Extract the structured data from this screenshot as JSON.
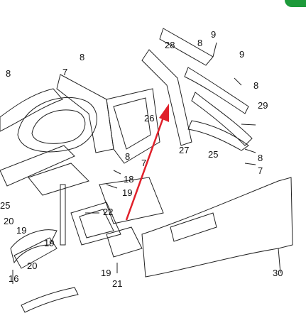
{
  "callouts": [
    {
      "id": "c9a",
      "text": "9"
    },
    {
      "id": "c28",
      "text": "28"
    },
    {
      "id": "c8a",
      "text": "8"
    },
    {
      "id": "c9b",
      "text": "9"
    },
    {
      "id": "c8b",
      "text": "8"
    },
    {
      "id": "c8c",
      "text": "8"
    },
    {
      "id": "c7a",
      "text": "7"
    },
    {
      "id": "c8d",
      "text": "8"
    },
    {
      "id": "c29",
      "text": "29"
    },
    {
      "id": "c26",
      "text": "26"
    },
    {
      "id": "c27",
      "text": "27"
    },
    {
      "id": "c25a",
      "text": "25"
    },
    {
      "id": "c8e",
      "text": "8"
    },
    {
      "id": "c7b",
      "text": "7"
    },
    {
      "id": "c8f",
      "text": "8"
    },
    {
      "id": "c7c",
      "text": "7"
    },
    {
      "id": "c18",
      "text": "18"
    },
    {
      "id": "c19a",
      "text": "19"
    },
    {
      "id": "c25b",
      "text": "25"
    },
    {
      "id": "c22",
      "text": "22"
    },
    {
      "id": "c20a",
      "text": "20"
    },
    {
      "id": "c19b",
      "text": "19"
    },
    {
      "id": "c19c",
      "text": "19"
    },
    {
      "id": "c20b",
      "text": "20"
    },
    {
      "id": "c16",
      "text": "16"
    },
    {
      "id": "c19d",
      "text": "19"
    },
    {
      "id": "c21",
      "text": "21"
    },
    {
      "id": "c30",
      "text": "30"
    }
  ],
  "colors": {
    "line": "#222222",
    "highlight_arrow": "#e0202a",
    "accent_tab": "#1d9a3a"
  }
}
